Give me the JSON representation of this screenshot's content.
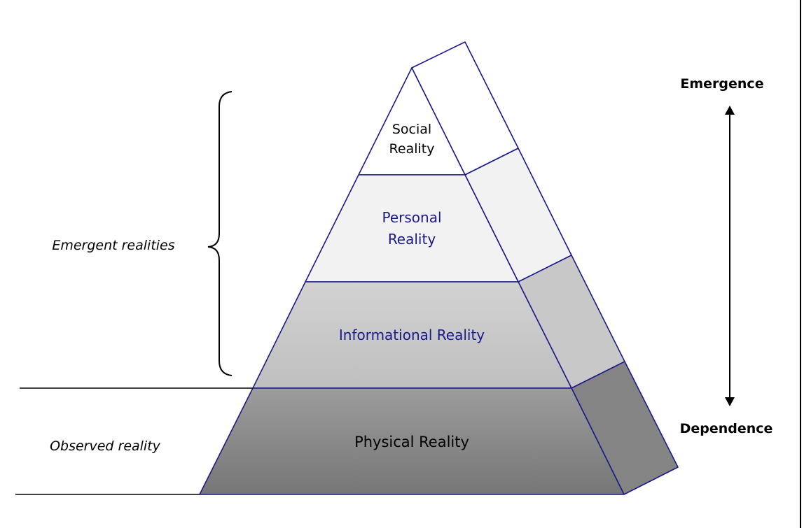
{
  "levels": {
    "social": {
      "line1": "Social",
      "line2": "Reality"
    },
    "personal": {
      "line1": "Personal",
      "line2": "Reality"
    },
    "informational": "Informational Reality",
    "physical": "Physical Reality"
  },
  "annotations": {
    "emergent_realities": "Emergent realities",
    "observed_reality": "Observed reality"
  },
  "axis": {
    "top": "Emergence",
    "bottom": "Dependence"
  },
  "colors": {
    "outline": "#1a1a8c",
    "personal_fill": "#f2f2f2",
    "informational_fill": "#c8c8c8",
    "physical_fill_top": "#999999",
    "physical_fill_bottom": "#787878",
    "blue_text": "#1a1a8c"
  }
}
